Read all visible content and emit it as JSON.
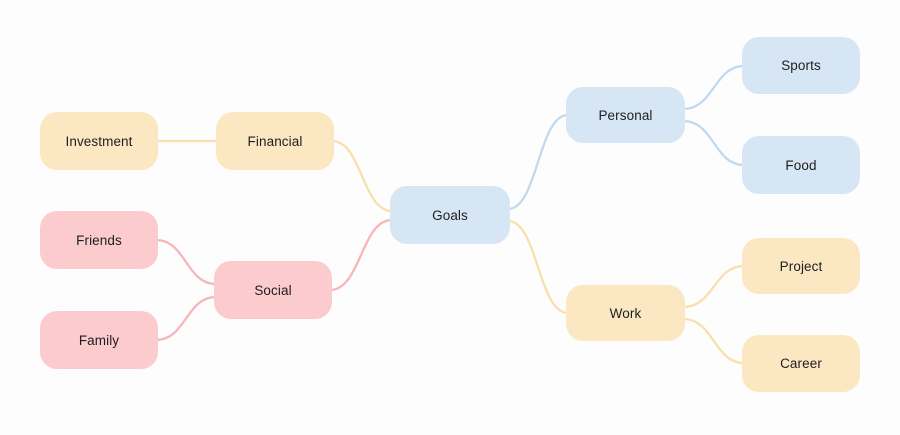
{
  "palette": {
    "background": "#fdfdfd",
    "node-yellow": "#fbe8c3",
    "node-pink": "#fbcbce",
    "node-blue": "#d7e6f5",
    "edge-yellow": "#f8dfab",
    "edge-pink": "#f7b5b9",
    "edge-blue": "#bfd9f1",
    "text": "#1e1e1e"
  },
  "mindmap": {
    "root_label": "Goals",
    "nodes": [
      {
        "id": "goals",
        "label": "Goals",
        "branch": "blue",
        "level": 0
      },
      {
        "id": "financial",
        "label": "Financial",
        "branch": "yellow",
        "level": 1
      },
      {
        "id": "investment",
        "label": "Investment",
        "branch": "yellow",
        "level": 2
      },
      {
        "id": "social",
        "label": "Social",
        "branch": "pink",
        "level": 1
      },
      {
        "id": "friends",
        "label": "Friends",
        "branch": "pink",
        "level": 2
      },
      {
        "id": "family",
        "label": "Family",
        "branch": "pink",
        "level": 2
      },
      {
        "id": "personal",
        "label": "Personal",
        "branch": "blue",
        "level": 1
      },
      {
        "id": "sports",
        "label": "Sports",
        "branch": "blue",
        "level": 2
      },
      {
        "id": "food",
        "label": "Food",
        "branch": "blue",
        "level": 2
      },
      {
        "id": "work",
        "label": "Work",
        "branch": "yellow",
        "level": 1
      },
      {
        "id": "project",
        "label": "Project",
        "branch": "yellow",
        "level": 2
      },
      {
        "id": "career",
        "label": "Career",
        "branch": "yellow",
        "level": 2
      }
    ],
    "edges": [
      {
        "from": "investment",
        "to": "financial",
        "branch": "yellow"
      },
      {
        "from": "financial",
        "to": "goals",
        "branch": "yellow"
      },
      {
        "from": "friends",
        "to": "social",
        "branch": "pink"
      },
      {
        "from": "family",
        "to": "social",
        "branch": "pink"
      },
      {
        "from": "social",
        "to": "goals",
        "branch": "pink"
      },
      {
        "from": "goals",
        "to": "personal",
        "branch": "blue"
      },
      {
        "from": "goals",
        "to": "work",
        "branch": "yellow"
      },
      {
        "from": "personal",
        "to": "sports",
        "branch": "blue"
      },
      {
        "from": "personal",
        "to": "food",
        "branch": "blue"
      },
      {
        "from": "work",
        "to": "project",
        "branch": "yellow"
      },
      {
        "from": "work",
        "to": "career",
        "branch": "yellow"
      }
    ]
  }
}
